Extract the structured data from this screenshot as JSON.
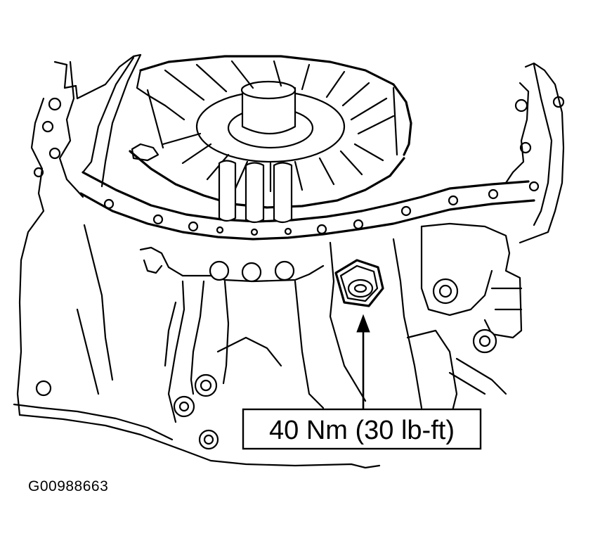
{
  "illustration": {
    "subject": "transmission housing line drawing",
    "line_color": "#000000",
    "background_color": "#ffffff"
  },
  "callout": {
    "text": "40 Nm (30 lb-ft)"
  },
  "figure_id": "G00988663"
}
